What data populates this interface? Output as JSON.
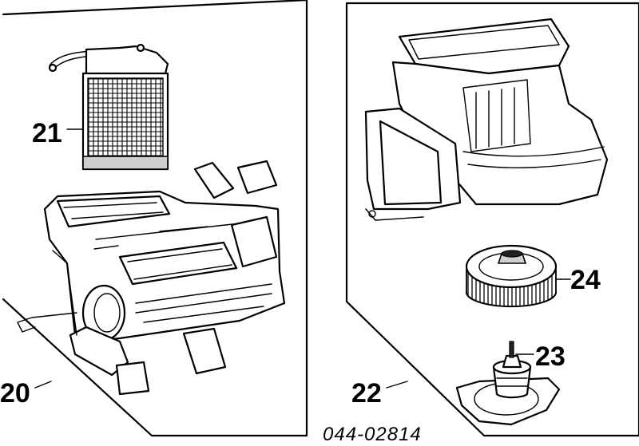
{
  "callouts": {
    "c20": "20",
    "c21": "21",
    "c22": "22",
    "c23": "23",
    "c24": "24"
  },
  "drawing_code": "044-02814",
  "colors": {
    "ink": "#000000",
    "paper": "#ffffff"
  }
}
